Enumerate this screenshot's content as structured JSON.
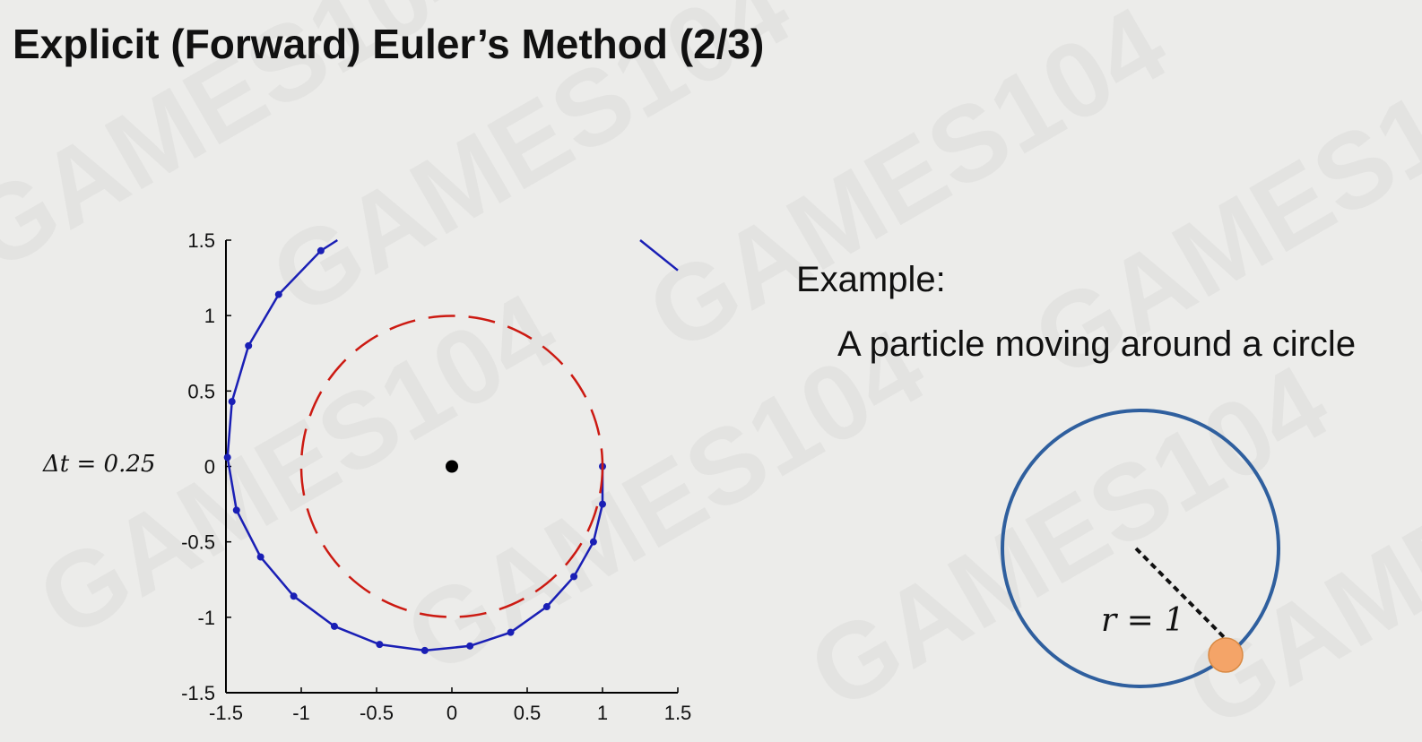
{
  "slide": {
    "title": "Explicit (Forward) Euler’s Method (2/3)",
    "watermark": "GAMES104"
  },
  "step_label": "Δt = 0.25",
  "example": {
    "label": "Example:",
    "description": "A particle moving around a circle",
    "radius_label": "r = 1"
  },
  "colors": {
    "trajectory": "#1a1fb5",
    "reference_circle": "#cc1a12",
    "center_point": "#000000",
    "diagram_circle": "#2f5f9e",
    "particle": "#f4a468",
    "radius_line": "#111111"
  },
  "chart_data": {
    "type": "line",
    "xlim": [
      -1.5,
      1.5
    ],
    "ylim": [
      -1.5,
      1.5
    ],
    "xticks": [
      "-1.5",
      "-1",
      "-0.5",
      "0",
      "0.5",
      "1",
      "1.5"
    ],
    "yticks": [
      "1.5",
      "1",
      "0.5",
      "0",
      "-0.5",
      "-1",
      "-1.5"
    ],
    "grid": false,
    "series": [
      {
        "style": "solid-with-markers",
        "points": [
          [
            1.0,
            0.0
          ],
          [
            1.0,
            -0.25
          ],
          [
            0.94,
            -0.5
          ],
          [
            0.81,
            -0.73
          ],
          [
            0.63,
            -0.93
          ],
          [
            0.39,
            -1.1
          ],
          [
            0.12,
            -1.19
          ],
          [
            -0.18,
            -1.22
          ],
          [
            -0.48,
            -1.18
          ],
          [
            -0.78,
            -1.06
          ],
          [
            -1.05,
            -0.86
          ],
          [
            -1.27,
            -0.6
          ],
          [
            -1.43,
            -0.29
          ],
          [
            -1.49,
            0.06
          ],
          [
            -1.46,
            0.43
          ],
          [
            -1.35,
            0.8
          ],
          [
            -1.15,
            1.14
          ],
          [
            -0.87,
            1.43
          ],
          [
            -0.76,
            1.5
          ]
        ]
      },
      {
        "style": "solid",
        "points": [
          [
            1.25,
            1.5
          ],
          [
            1.5,
            1.3
          ]
        ]
      },
      {
        "style": "dashed-circle",
        "center": [
          0,
          0
        ],
        "radius": 1
      },
      {
        "style": "point",
        "points": [
          [
            0,
            0
          ]
        ]
      }
    ]
  }
}
